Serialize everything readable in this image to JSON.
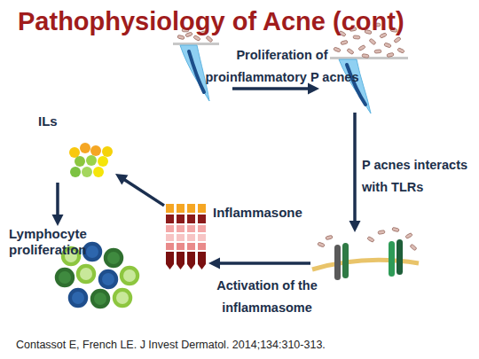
{
  "diagram": {
    "title": "Pathophysiology of Acne (cont)",
    "caption": "Contassot E, French LE. J Invest Dermatol. 2014;134:310-313.",
    "nodes": [
      {
        "text": []
      },
      {
        "text": []
      },
      {
        "text": []
      },
      {
        "text": [
          "Inflammasone"
        ]
      },
      {
        "text": [
          "ILs"
        ]
      },
      {
        "text": [
          "Lymphocyte proliferation"
        ]
      }
    ],
    "edges": [
      {
        "from": 0,
        "to": 1,
        "arrow": "to",
        "label": "Proliferation of proinflammatory P acnes"
      },
      {
        "from": 1,
        "to": 2,
        "arrow": "to",
        "label": "P acnes interacts with TLRs"
      },
      {
        "from": 2,
        "to": 3,
        "arrow": "to",
        "label": "Activation of the inflammasome"
      },
      {
        "from": 3,
        "to": 4,
        "arrow": "to"
      },
      {
        "from": 4,
        "to": 5,
        "arrow": "to"
      }
    ]
  }
}
